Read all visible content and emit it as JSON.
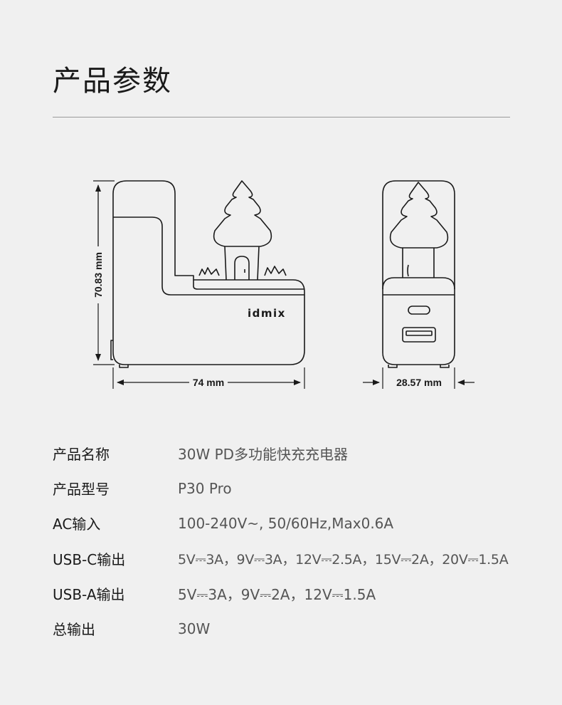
{
  "page": {
    "title": "产品参数"
  },
  "diagram": {
    "brand": "idmix",
    "height_label": "70.83 mm",
    "width_label": "74 mm",
    "depth_label": "28.57 mm"
  },
  "specs": [
    {
      "label": "产品名称",
      "value": "30W PD多功能快充充电器"
    },
    {
      "label": "产品型号",
      "value": "P30 Pro"
    },
    {
      "label": "AC输入",
      "value": "100-240V~, 50/60Hz,Max0.6A"
    },
    {
      "label": "USB-C输出",
      "value": "5V⎓3A，9V⎓3A，12V⎓2.5A，15V⎓2A，20V⎓1.5A"
    },
    {
      "label": "USB-A输出",
      "value": "5V⎓3A，9V⎓2A，12V⎓1.5A"
    },
    {
      "label": "总输出",
      "value": "30W"
    }
  ]
}
